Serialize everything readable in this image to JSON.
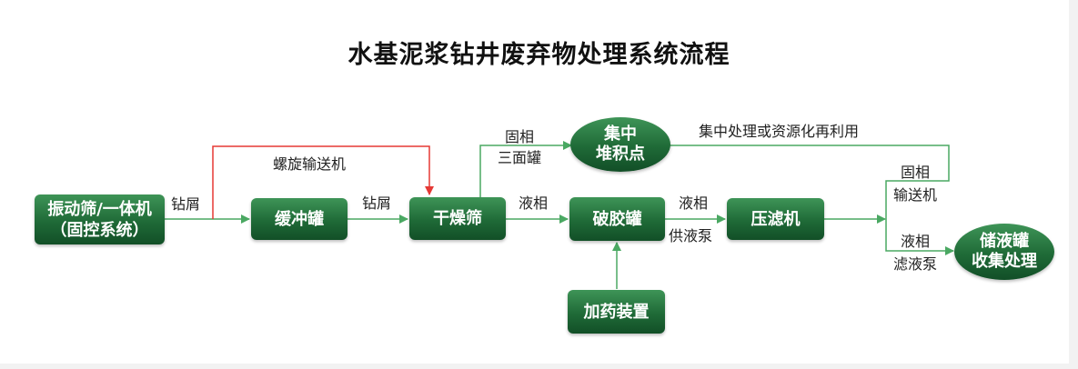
{
  "title": "水基泥浆钻井废弃物处理系统流程",
  "nodes": {
    "vibrating_screen": [
      "振动筛/一体机",
      "（固控系统）"
    ],
    "buffer_tank": "缓冲罐",
    "dryer_screen": "干燥筛",
    "gel_breaking_tank": "破胶罐",
    "filter_press": "压滤机",
    "dosing_device": "加药装置",
    "collection_point": [
      "集中",
      "堆积点"
    ],
    "storage_tank": [
      "储液罐",
      "收集处理"
    ]
  },
  "labels": {
    "cuttings_1": "钻屑",
    "screw_conveyor": "螺旋输送机",
    "cuttings_2": "钻屑",
    "solid_phase": "固相",
    "tri_surface_tank": "三面罐",
    "liquid_phase_1": "液相",
    "liquid_phase_2": "液相",
    "supply_pump": "供液泵",
    "centralized_reuse": "集中处理或资源化再利用",
    "solid_phase_2": "固相",
    "conveyor": "输送机",
    "liquid_phase_3": "液相",
    "filtrate_pump": "滤液泵"
  },
  "colors": {
    "green_line": "#4aa862",
    "red_line": "#e53935",
    "node_green": "#1f6a37"
  }
}
